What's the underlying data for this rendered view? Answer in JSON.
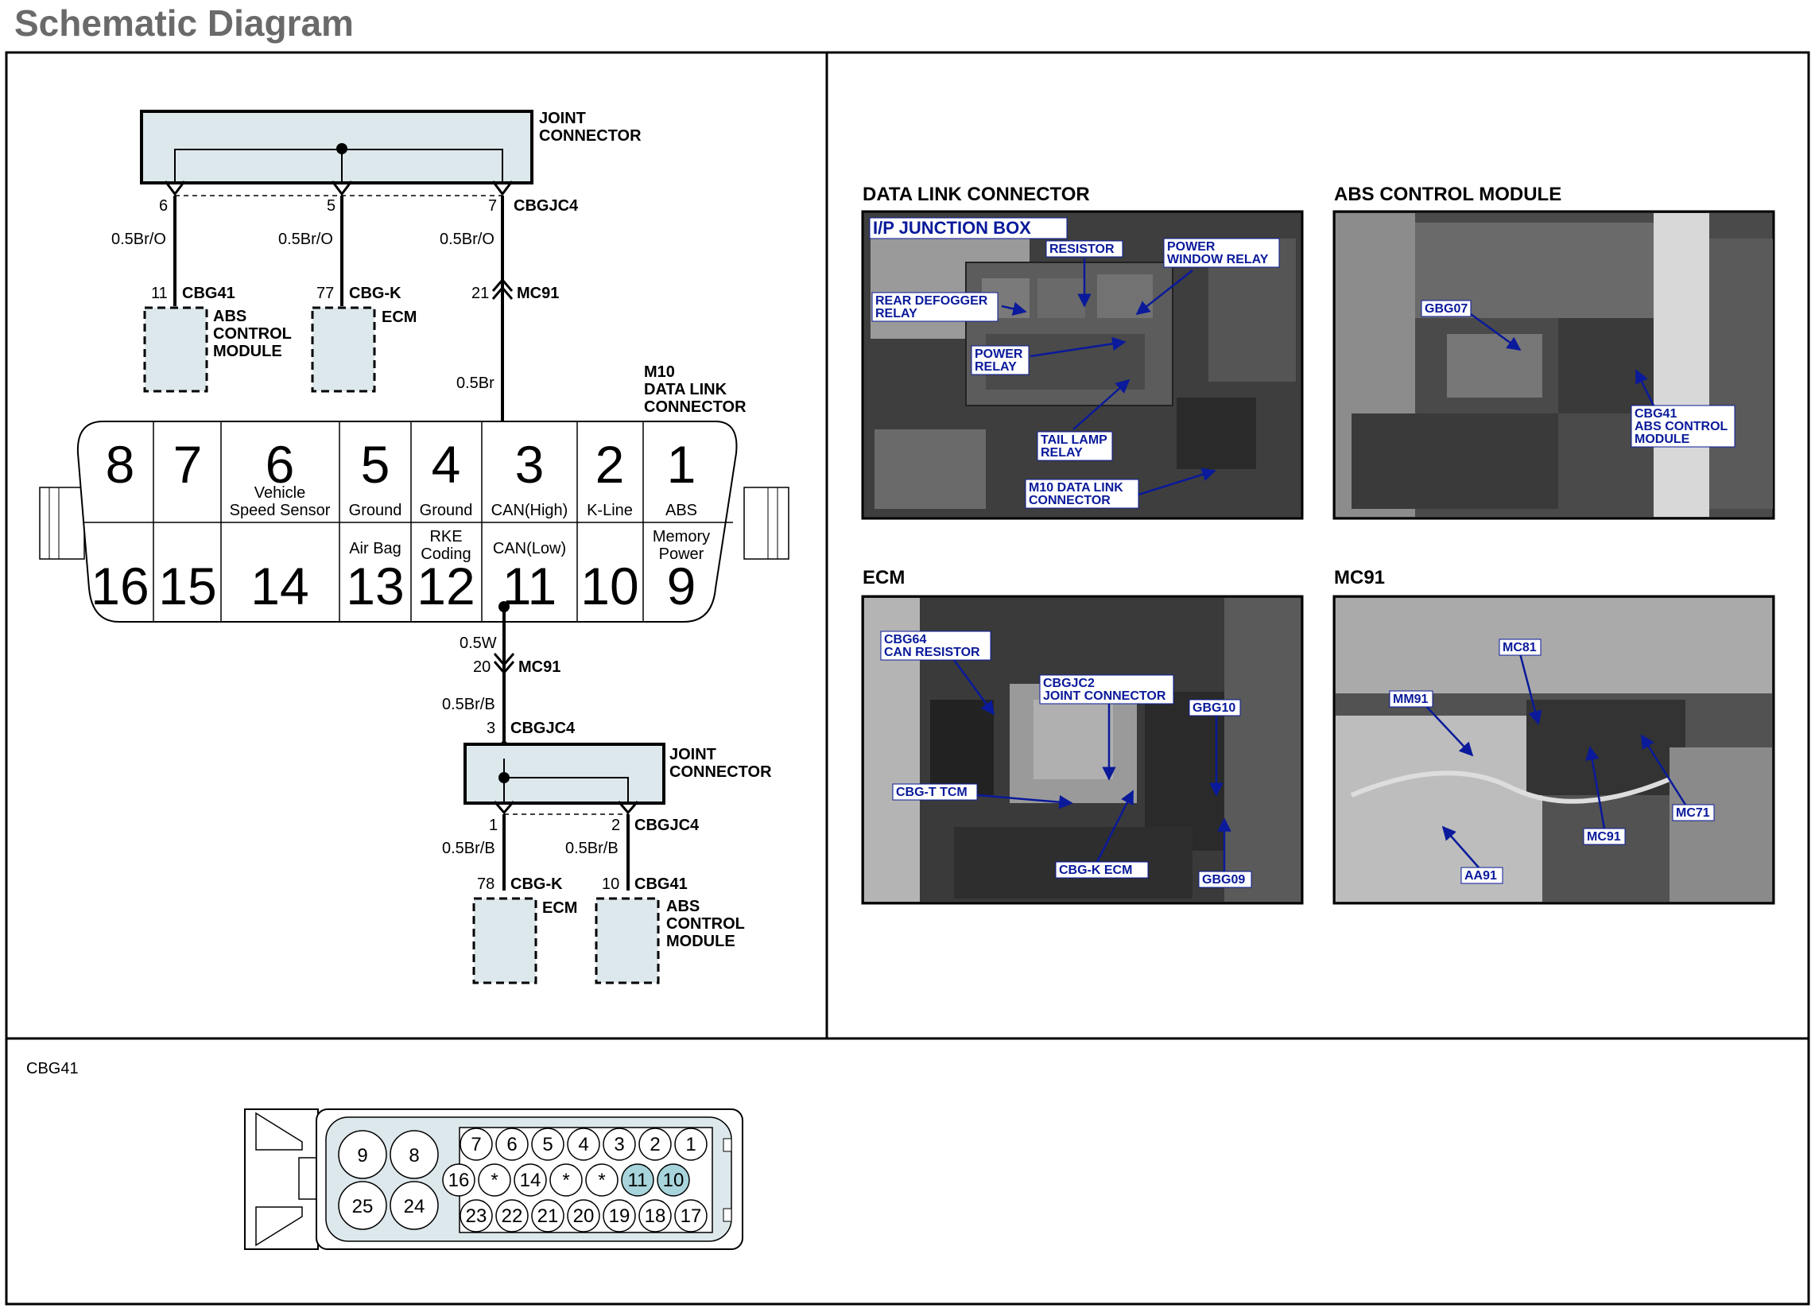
{
  "page_title": "Schematic Diagram",
  "schematic": {
    "top_joint": {
      "name": "JOINT\nCONNECTOR",
      "connector_id": "CBGJC4",
      "pins": [
        "6",
        "5",
        "7"
      ],
      "wires": [
        "0.5Br/O",
        "0.5Br/O",
        "0.5Br/O"
      ]
    },
    "top_targets": [
      {
        "pin": "11",
        "connector": "CBG41",
        "name": "ABS\nCONTROL\nMODULE"
      },
      {
        "pin": "77",
        "connector": "CBG-K",
        "name": "ECM"
      }
    ],
    "mc91_top": {
      "pin": "21",
      "connector": "MC91",
      "wire": "0.5Br"
    },
    "dlc": {
      "id": "M10",
      "name": "DATA LINK\nCONNECTOR",
      "top_row": [
        {
          "num": "8",
          "label": ""
        },
        {
          "num": "7",
          "label": ""
        },
        {
          "num": "6",
          "label": "Vehicle\nSpeed Sensor"
        },
        {
          "num": "5",
          "label": "Ground"
        },
        {
          "num": "4",
          "label": "Ground"
        },
        {
          "num": "3",
          "label": "CAN(High)"
        },
        {
          "num": "2",
          "label": "K-Line"
        },
        {
          "num": "1",
          "label": "ABS"
        }
      ],
      "bottom_row": [
        {
          "num": "16",
          "label": ""
        },
        {
          "num": "15",
          "label": ""
        },
        {
          "num": "14",
          "label": ""
        },
        {
          "num": "13",
          "label": "Air Bag"
        },
        {
          "num": "12",
          "label": "RKE\nCoding"
        },
        {
          "num": "11",
          "label": "CAN(Low)"
        },
        {
          "num": "10",
          "label": ""
        },
        {
          "num": "9",
          "label": "Memory\nPower"
        }
      ]
    },
    "mc91_bottom": {
      "pin": "20",
      "connector": "MC91",
      "wire_above": "0.5W",
      "wire_below": "0.5Br/B"
    },
    "bottom_joint": {
      "name": "JOINT\nCONNECTOR",
      "connector_id": "CBGJC4",
      "in_pin": "3",
      "pins": [
        "1",
        "2"
      ],
      "wires": [
        "0.5Br/B",
        "0.5Br/B"
      ]
    },
    "bottom_targets": [
      {
        "pin": "78",
        "connector": "CBG-K",
        "name": "ECM"
      },
      {
        "pin": "10",
        "connector": "CBG41",
        "name": "ABS\nCONTROL\nMODULE"
      }
    ]
  },
  "photos": [
    {
      "title": "DATA LINK CONNECTOR",
      "header": "I/P JUNCTION BOX",
      "callouts": [
        "RESISTOR",
        "POWER\nWINDOW RELAY",
        "REAR DEFOGGER\nRELAY",
        "POWER\nRELAY",
        "TAIL LAMP\nRELAY",
        "M10 DATA LINK\nCONNECTOR"
      ]
    },
    {
      "title": "ABS CONTROL MODULE",
      "callouts": [
        "GBG07",
        "CBG41\nABS CONTROL\nMODULE"
      ]
    },
    {
      "title": "ECM",
      "callouts": [
        "CBG64\nCAN RESISTOR",
        "CBGJC2\nJOINT CONNECTOR",
        "GBG10",
        "CBG-T TCM",
        "CBG-K ECM",
        "GBG09"
      ]
    },
    {
      "title": "MC91",
      "callouts": [
        "MC81",
        "MM91",
        "MC71",
        "MC91",
        "AA91"
      ]
    }
  ],
  "connector_view": {
    "title": "CBG41",
    "large_pins": [
      "9",
      "8",
      "25",
      "24"
    ],
    "row1": [
      "7",
      "6",
      "5",
      "4",
      "3",
      "2",
      "1"
    ],
    "row2": [
      "16",
      "*",
      "14",
      "*",
      "*",
      "11",
      "10"
    ],
    "row3": [
      "23",
      "22",
      "21",
      "20",
      "19",
      "18",
      "17"
    ],
    "highlighted": [
      "11",
      "10"
    ],
    "highlight_color": "#a8d4dc"
  },
  "colors": {
    "module_fill": "#dde8ec",
    "callout_blue": "#0a1a9a",
    "photo_bg": "#3a3a3a"
  }
}
